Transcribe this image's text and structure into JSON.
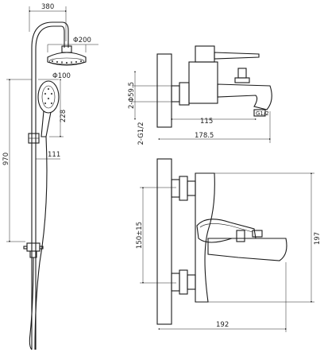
{
  "shower_set": {
    "arm_width": "380",
    "head_diameter": "Φ200",
    "hand_diameter": "Φ100",
    "hand_height": "228",
    "total_height": "970",
    "holder_offset": "111"
  },
  "mixer_top": {
    "inlet_spacing": "2-Φ59.5",
    "thread": "2-G1/2",
    "spout_reach": "115",
    "total_depth": "178.5",
    "outlet_thread": "G1/2"
  },
  "mixer_front": {
    "inlet_offset": "150±15",
    "height": "197",
    "width": "192"
  }
}
